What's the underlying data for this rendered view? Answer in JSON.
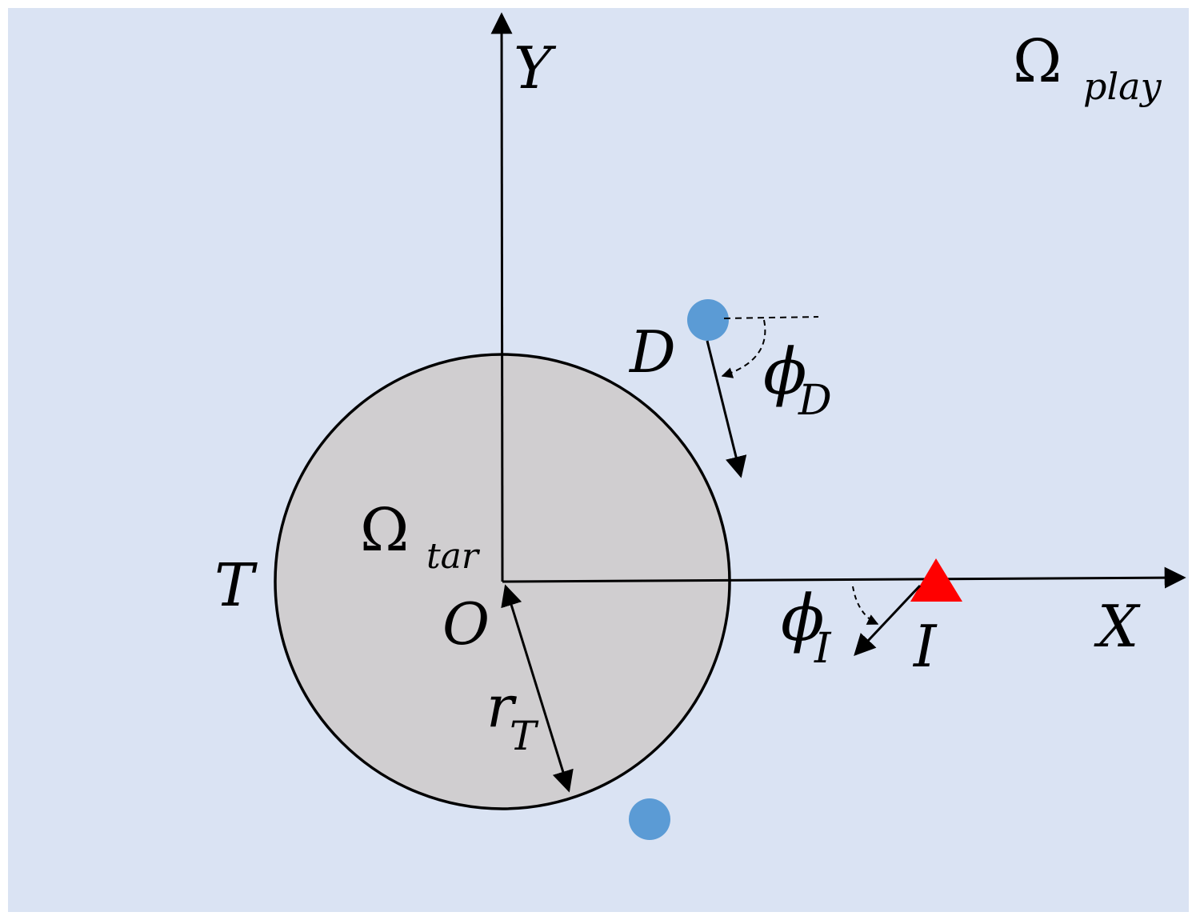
{
  "labels": {
    "y_axis": "Y",
    "x_axis": "X",
    "origin": "O",
    "target_set": "T",
    "omega_symbol": "Ω",
    "play_sub": "play",
    "tar_sub": "tar",
    "defender": "D",
    "intruder": "I",
    "phi": "ϕ",
    "phi_d_sub": "D",
    "phi_i_sub": "I",
    "radius_r": "r",
    "radius_sub": "T"
  },
  "colors": {
    "background": "#dae3f3",
    "target_fill": "#d0ced0",
    "defender": "#5b9bd5",
    "intruder": "#ff0000",
    "stroke": "#000000"
  },
  "icons": {
    "defender_marker": "blue-circle",
    "intruder_marker": "red-triangle"
  }
}
